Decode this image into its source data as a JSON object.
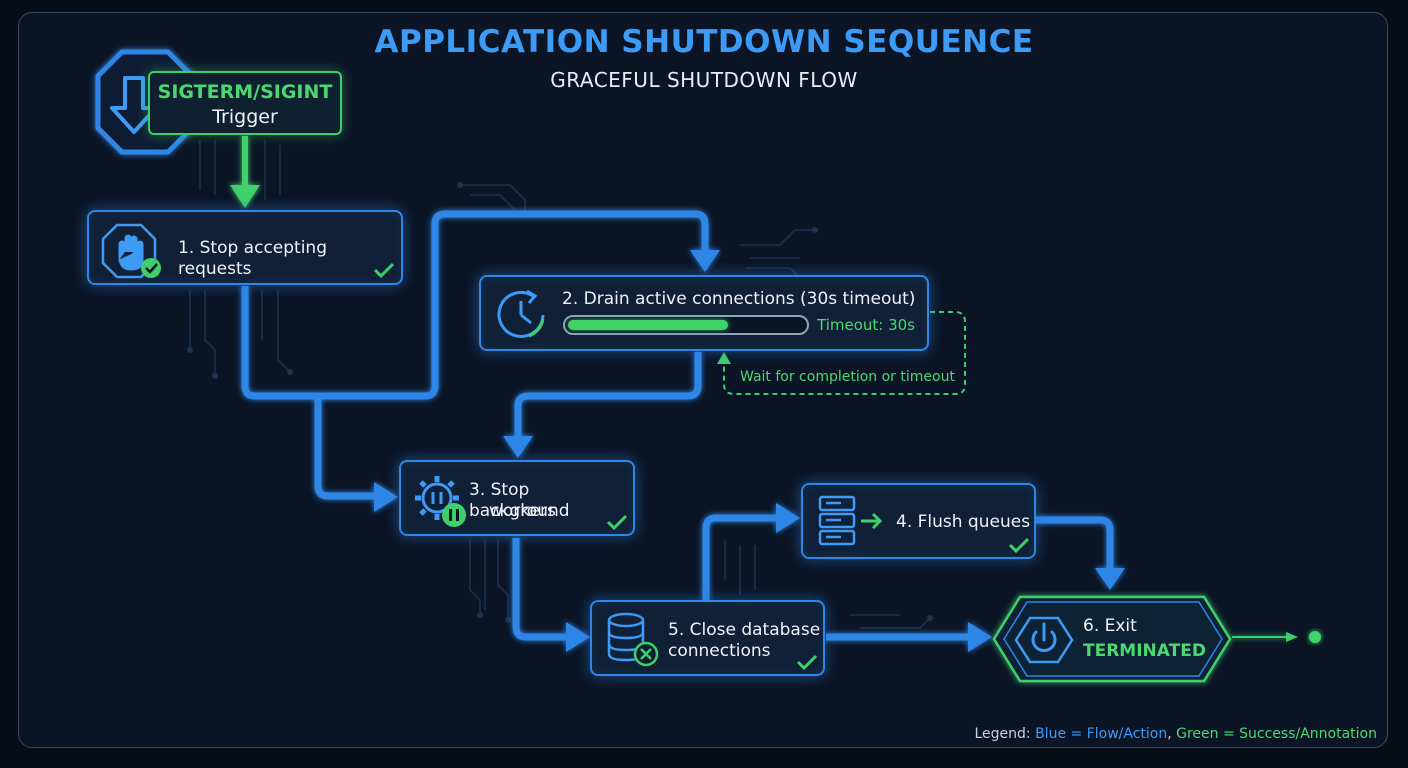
{
  "title": "APPLICATION SHUTDOWN SEQUENCE",
  "subtitle": "GRACEFUL SHUTDOWN FLOW",
  "trigger": {
    "line1": "SIGTERM/SIGINT",
    "line2": "Trigger"
  },
  "steps": [
    {
      "label": "1. Stop accepting requests",
      "icon": "stop-hand-icon",
      "done": true
    },
    {
      "label": "2. Drain active connections (30s timeout)",
      "icon": "timer-clock-icon",
      "progress": 0.68,
      "timeout_label": "Timeout: 30s"
    },
    {
      "line1": "3. Stop background",
      "line2": "workers",
      "icon": "gear-pause-icon",
      "done": true
    },
    {
      "label": "4. Flush queues",
      "icon": "server-queue-icon",
      "done": true
    },
    {
      "line1": "5. Close database",
      "line2": "connections",
      "icon": "database-close-icon",
      "done": true
    },
    {
      "label": "6. Exit",
      "status": "TERMINATED",
      "icon": "power-icon"
    }
  ],
  "annotation": "Wait for completion or timeout",
  "legend": {
    "prefix": "Legend: ",
    "blue": "Blue = Flow/Action",
    "sep": ", ",
    "green": "Green = Success/Annotation"
  },
  "colors": {
    "flow": "#2f86e6",
    "success": "#3fcf6a",
    "background": "#0b1526"
  }
}
